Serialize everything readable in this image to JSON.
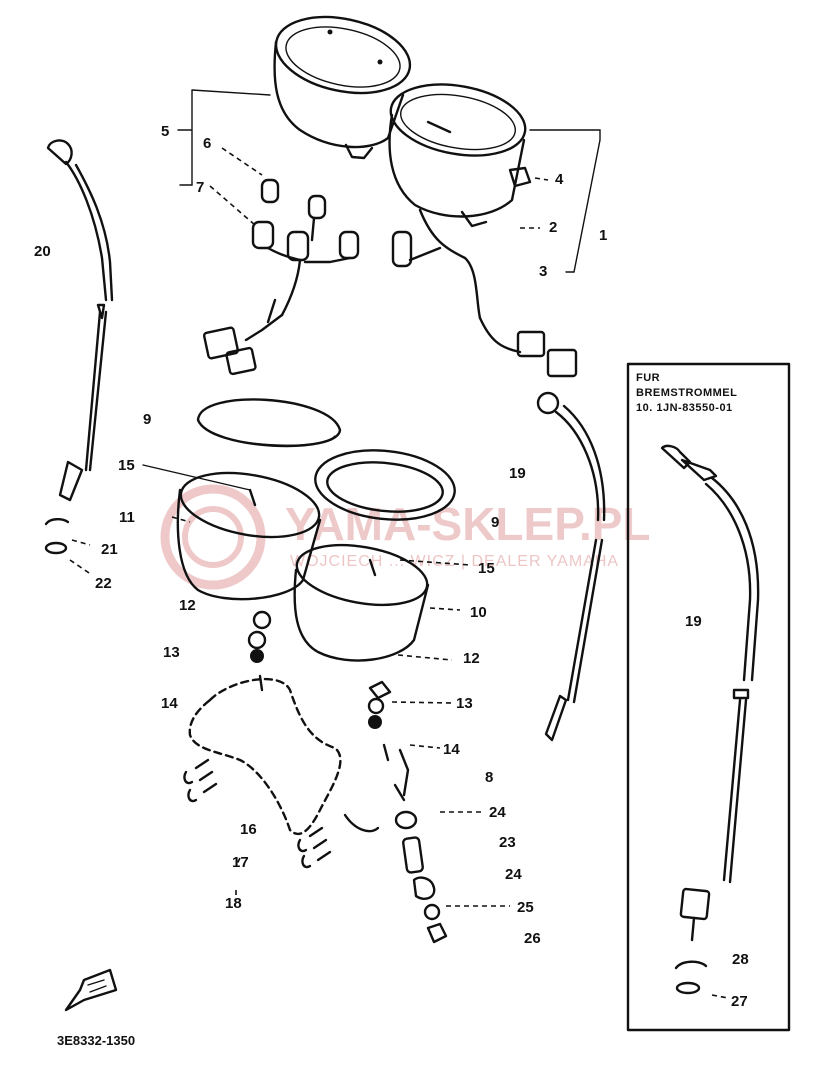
{
  "labels": {
    "l1": "1",
    "l2": "2",
    "l3": "3",
    "l4": "4",
    "l5": "5",
    "l6": "6",
    "l7": "7",
    "l8": "8",
    "l9a": "9",
    "l9b": "9",
    "l10": "10",
    "l11": "11",
    "l12a": "12",
    "l12b": "12",
    "l13a": "13",
    "l13b": "13",
    "l14a": "14",
    "l14b": "14",
    "l15a": "15",
    "l15b": "15",
    "l16": "16",
    "l17": "17",
    "l18": "18",
    "l19a": "19",
    "l19b": "19",
    "l20": "20",
    "l21": "21",
    "l22": "22",
    "l23": "23",
    "l24a": "24",
    "l24b": "24",
    "l25": "25",
    "l26": "26",
    "l27": "27",
    "l28": "28"
  },
  "inset": {
    "line1": "FUR",
    "line2": "BREMSTROMMEL",
    "line3": "10. 1JN-83550-01"
  },
  "diagram_code": "3E8332-1350",
  "watermark": {
    "title": "YAMA-SKLEP.PL",
    "subtitle": "WOJCIECH ... WICZ | DEALER YAMAHA"
  },
  "colors": {
    "ink": "#111111",
    "watermark": "#e9b7b7"
  }
}
